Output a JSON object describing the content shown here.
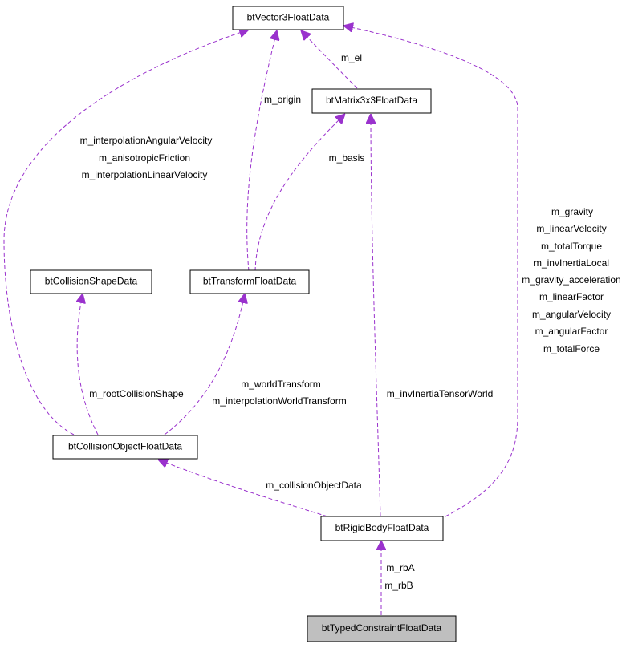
{
  "colors": {
    "edge": "#9a32cd",
    "node_border": "#000000",
    "node_fill": "#ffffff",
    "highlight_fill": "#bfbfbf"
  },
  "nodes": {
    "btVector3FloatData": "btVector3FloatData",
    "btMatrix3x3FloatData": "btMatrix3x3FloatData",
    "btCollisionShapeData": "btCollisionShapeData",
    "btTransformFloatData": "btTransformFloatData",
    "btCollisionObjectFloatData": "btCollisionObjectFloatData",
    "btRigidBodyFloatData": "btRigidBodyFloatData",
    "btTypedConstraintFloatData": "btTypedConstraintFloatData"
  },
  "edges": {
    "matrix_to_vector": [
      "m_el"
    ],
    "transform_to_vector": [
      "m_origin"
    ],
    "transform_to_matrix": [
      "m_basis"
    ],
    "collision_to_vector": [
      "m_interpolationAngularVelocity",
      "m_anisotropicFriction",
      "m_interpolationLinearVelocity"
    ],
    "collision_to_shape": [
      "m_rootCollisionShape"
    ],
    "collision_to_transform": [
      "m_worldTransform",
      "m_interpolationWorldTransform"
    ],
    "rigid_to_matrix": [
      "m_invInertiaTensorWorld"
    ],
    "rigid_to_vector": [
      "m_gravity",
      "m_linearVelocity",
      "m_totalTorque",
      "m_invInertiaLocal",
      "m_gravity_acceleration",
      "m_linearFactor",
      "m_angularVelocity",
      "m_angularFactor",
      "m_totalForce"
    ],
    "rigid_to_collision": [
      "m_collisionObjectData"
    ],
    "typed_to_rigid": [
      "m_rbA",
      "m_rbB"
    ]
  }
}
